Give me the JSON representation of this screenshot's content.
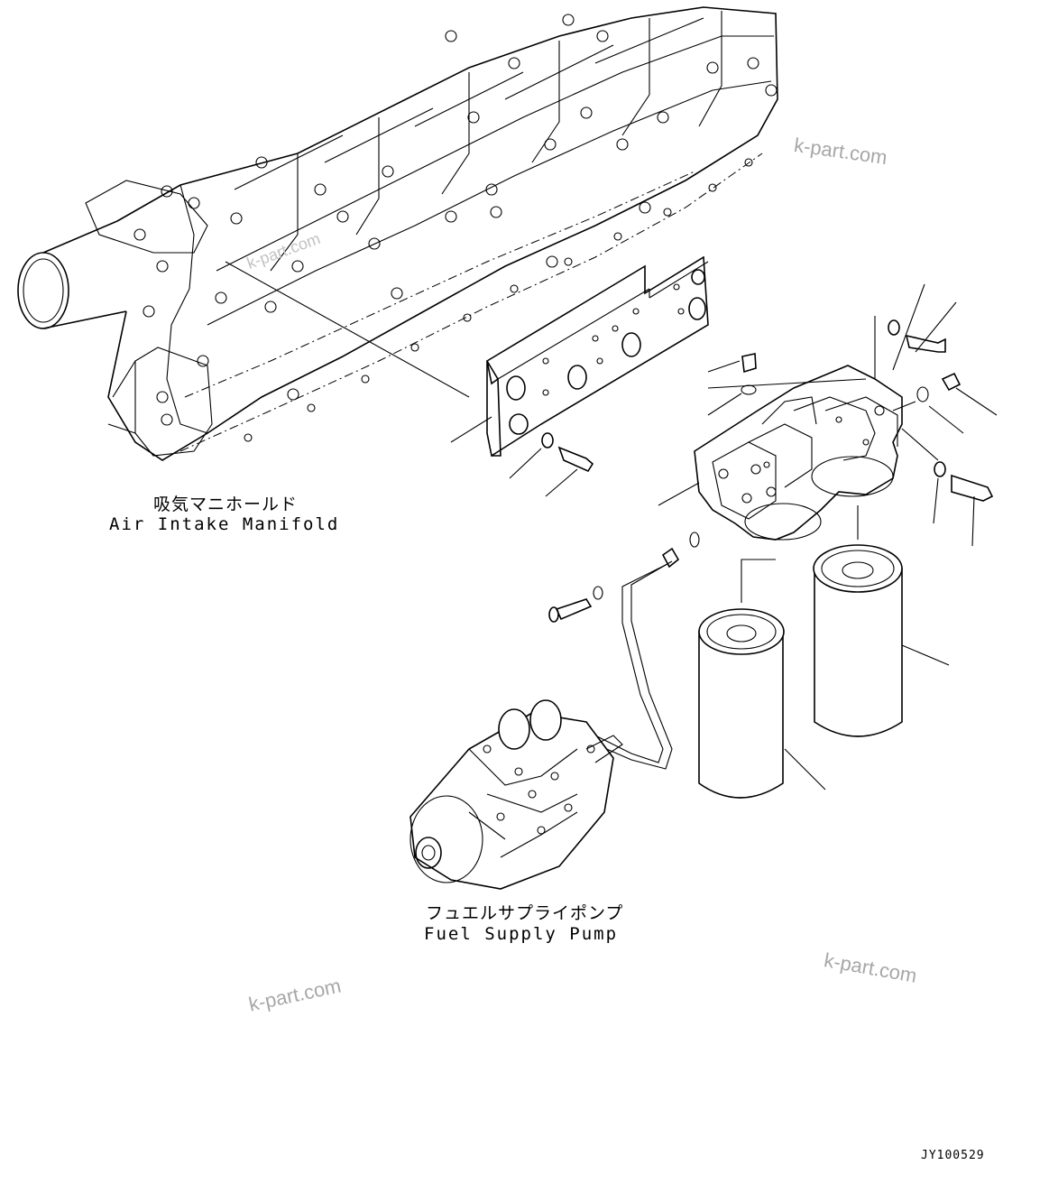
{
  "diagram": {
    "labels": {
      "intake_manifold_jp": "吸気マニホールド",
      "intake_manifold_en": "Air Intake Manifold",
      "fuel_pump_jp": "フュエルサプライポンプ",
      "fuel_pump_en": "Fuel Supply Pump"
    },
    "watermarks": [
      "k-part.com",
      "k-part.com",
      "k-part.com",
      "k-part.com"
    ],
    "drawing_code": "JY100529"
  }
}
